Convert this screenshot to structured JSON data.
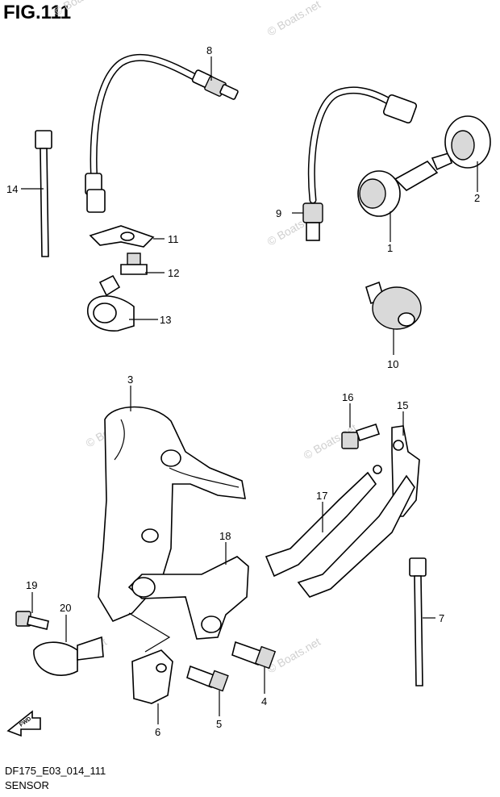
{
  "figure_title": "FIG.111",
  "footer": {
    "model_code": "DF175_E03_014_111",
    "section": "SENSOR"
  },
  "watermark": "© Boats.net",
  "fwd_label": "FWD",
  "callouts": [
    {
      "id": "c1",
      "label": "1"
    },
    {
      "id": "c2",
      "label": "2"
    },
    {
      "id": "c3",
      "label": "3"
    },
    {
      "id": "c4",
      "label": "4"
    },
    {
      "id": "c5",
      "label": "5"
    },
    {
      "id": "c6",
      "label": "6"
    },
    {
      "id": "c7",
      "label": "7"
    },
    {
      "id": "c8",
      "label": "8"
    },
    {
      "id": "c9",
      "label": "9"
    },
    {
      "id": "c10",
      "label": "10"
    },
    {
      "id": "c11",
      "label": "11"
    },
    {
      "id": "c12",
      "label": "12"
    },
    {
      "id": "c13",
      "label": "13"
    },
    {
      "id": "c14",
      "label": "14"
    },
    {
      "id": "c15",
      "label": "15"
    },
    {
      "id": "c16",
      "label": "16"
    },
    {
      "id": "c17",
      "label": "17"
    },
    {
      "id": "c18",
      "label": "18"
    },
    {
      "id": "c19",
      "label": "19"
    },
    {
      "id": "c20",
      "label": "20"
    }
  ]
}
